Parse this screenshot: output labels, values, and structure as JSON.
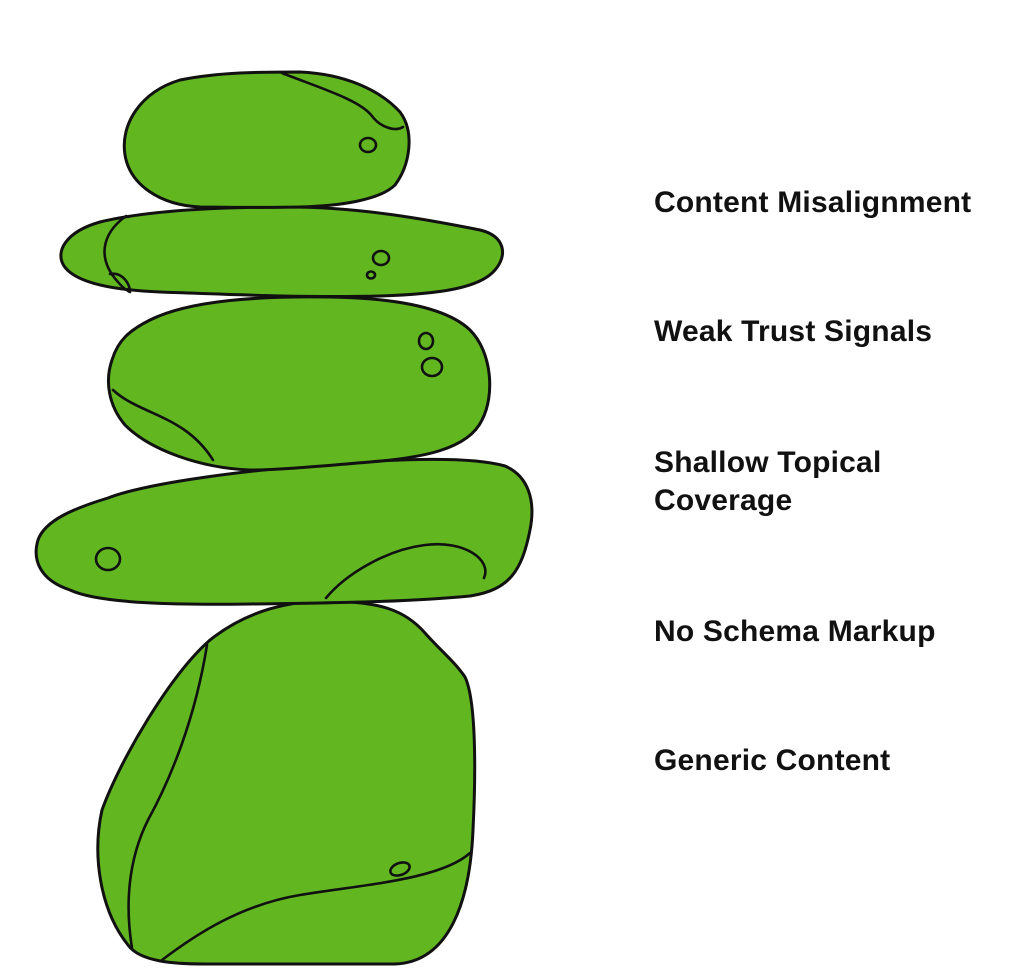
{
  "labels": [
    {
      "line1": "Content Misalignment",
      "line2": ""
    },
    {
      "line1": "Weak Trust Signals",
      "line2": ""
    },
    {
      "line1": "Shallow Topical",
      "line2": "Coverage"
    },
    {
      "line1": "No Schema Markup",
      "line2": ""
    },
    {
      "line1": "Generic Content",
      "line2": ""
    }
  ],
  "colors": {
    "stone_fill": "#62B721",
    "outline": "#111111",
    "text": "#111111",
    "background": "#FFFFFF"
  }
}
